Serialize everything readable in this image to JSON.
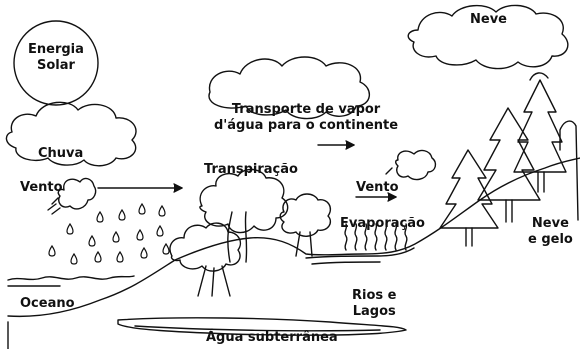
{
  "labels": {
    "sun": [
      "Energia",
      "Solar"
    ],
    "snow_top": "Neve",
    "transport": [
      "Transporte de vapor",
      "d'água para o continente"
    ],
    "rain": "Chuva",
    "wind_left": "Vento",
    "transpiration": "Transpiração",
    "wind_right": "Vento",
    "evaporation": "Evaporação",
    "snow_ice": [
      "Neve",
      "e gelo"
    ],
    "ocean": "Oceano",
    "rivers": [
      "Rios e",
      "Lagos"
    ],
    "groundwater": "Água subterrânea"
  },
  "colors": {
    "ink": "#111111",
    "paper": "#ffffff"
  }
}
